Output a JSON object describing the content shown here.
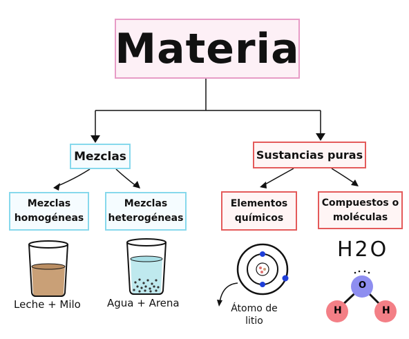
{
  "title": "Materia",
  "branches": {
    "mezclas": {
      "label": "Mezclas",
      "children": [
        {
          "label_line1": "Mezclas",
          "label_line2": "homogéneas",
          "example": "Leche + Milo"
        },
        {
          "label_line1": "Mezclas",
          "label_line2": "heterogéneas",
          "example": "Agua + Arena"
        }
      ]
    },
    "sustancias": {
      "label": "Sustancias puras",
      "children": [
        {
          "label_line1": "Elementos",
          "label_line2": "químicos",
          "example": "Átomo de litio"
        },
        {
          "label_line1": "Compuestos o",
          "label_line2": "moléculas",
          "example": "H2O",
          "atoms": {
            "oxygen": "O",
            "hydrogen": "H"
          }
        }
      ]
    }
  },
  "colors": {
    "title_border": "#e79bc6",
    "mezclas_border": "#86d8ec",
    "sustancias_border": "#e45a5a",
    "milk_liquid": "#c9a077",
    "water_liquid": "#bfe9ee",
    "oxygen": "#8e8ef0",
    "hydrogen": "#f37f86",
    "electron": "#1f3ed8"
  },
  "icons": [
    "beaker-milk-icon",
    "beaker-water-sand-icon",
    "lithium-atom-icon",
    "water-molecule-icon"
  ]
}
